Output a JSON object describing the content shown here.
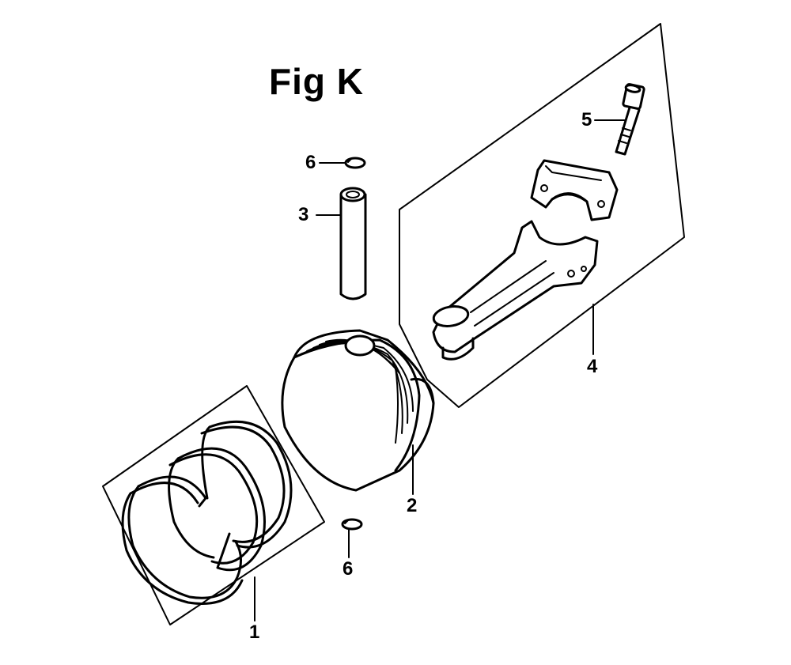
{
  "figure": {
    "title": "Fig K"
  },
  "callouts": {
    "c1": "1",
    "c2": "2",
    "c3": "3",
    "c4": "4",
    "c5": "5",
    "c6_top": "6",
    "c6_bottom": "6"
  },
  "colors": {
    "ink": "#000000",
    "paper": "#ffffff"
  }
}
